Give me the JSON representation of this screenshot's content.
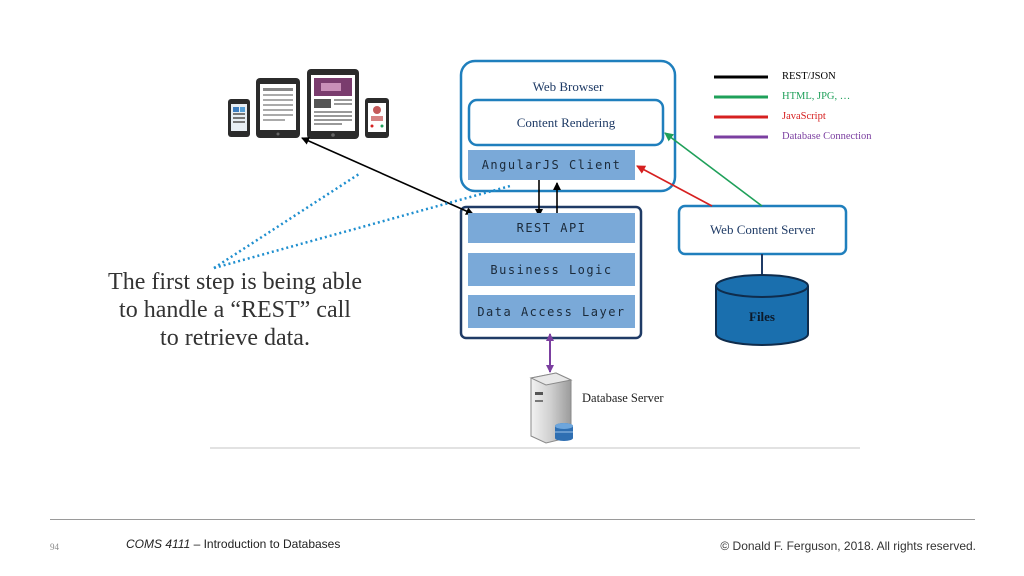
{
  "diagram": {
    "web_browser_label": "Web Browser",
    "content_rendering_label": "Content Rendering",
    "angularjs_client_label": "AngularJS Client",
    "rest_api_label": "REST API",
    "business_logic_label": "Business Logic",
    "data_access_layer_label": "Data Access Layer",
    "web_content_server_label": "Web Content Server",
    "files_label": "Files",
    "database_server_label": "Database Server"
  },
  "legend": [
    {
      "label": "REST/JSON",
      "color": "#000000"
    },
    {
      "label": "HTML, JPG, …",
      "color": "#1fa05a"
    },
    {
      "label": "JavaScript",
      "color": "#d62020"
    },
    {
      "label": "Database Connection",
      "color": "#7b3fa0"
    }
  ],
  "caption": {
    "line1": "The first step is being able",
    "line2": "to handle a “REST” call",
    "line3": "to retrieve data."
  },
  "footer": {
    "page_number": "94",
    "course_code": "COMS 4111",
    "course_title": " – Introduction to Databases",
    "copyright": "© Donald F. Ferguson, 2018. All rights reserved."
  },
  "colors": {
    "box_border": "#1f7fbd",
    "dark_border": "#1f3b66",
    "layer_fill": "#7aa9d8",
    "cylinder_fill": "#1a6fae",
    "dotted_line": "#1f8fcf"
  },
  "icons": [
    "tablet-icon",
    "ebook-reader-icon",
    "tablet-media-icon",
    "smartphone-icon",
    "server-icon",
    "database-cylinder-icon"
  ]
}
